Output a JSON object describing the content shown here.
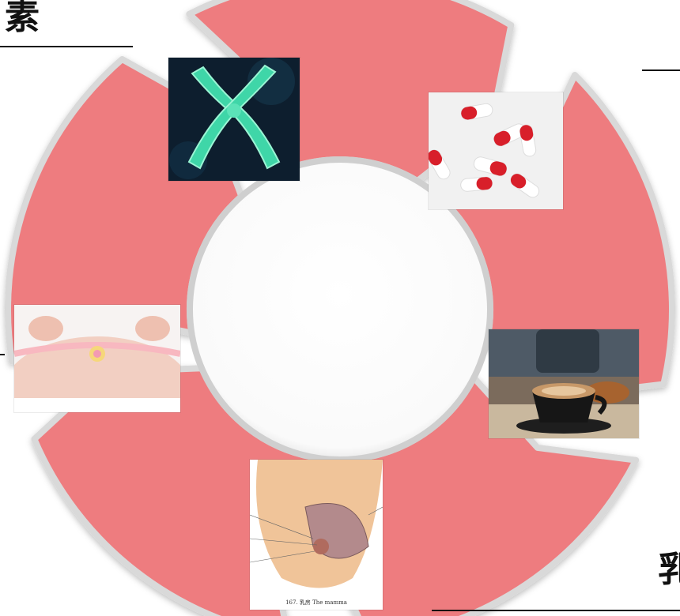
{
  "corner_text": {
    "top_left": "素",
    "bottom_right": "乳"
  },
  "cycle": {
    "segments": 5,
    "fill_color": "#ee7b7f",
    "border_color": "#d9d9d9",
    "center_color": "#ffffff"
  },
  "images": [
    {
      "subject": "chromosome",
      "icon": "chromosome-image"
    },
    {
      "subject": "red-white medicine capsules",
      "icon": "capsules-image"
    },
    {
      "subject": "cup of coffee",
      "icon": "coffee-image"
    },
    {
      "subject": "pregnant belly with pacifier",
      "icon": "pregnancy-image"
    },
    {
      "subject": "breast anatomy illustration",
      "icon": "breast-anatomy-image",
      "caption": "167. 乳房 The mamma"
    }
  ]
}
